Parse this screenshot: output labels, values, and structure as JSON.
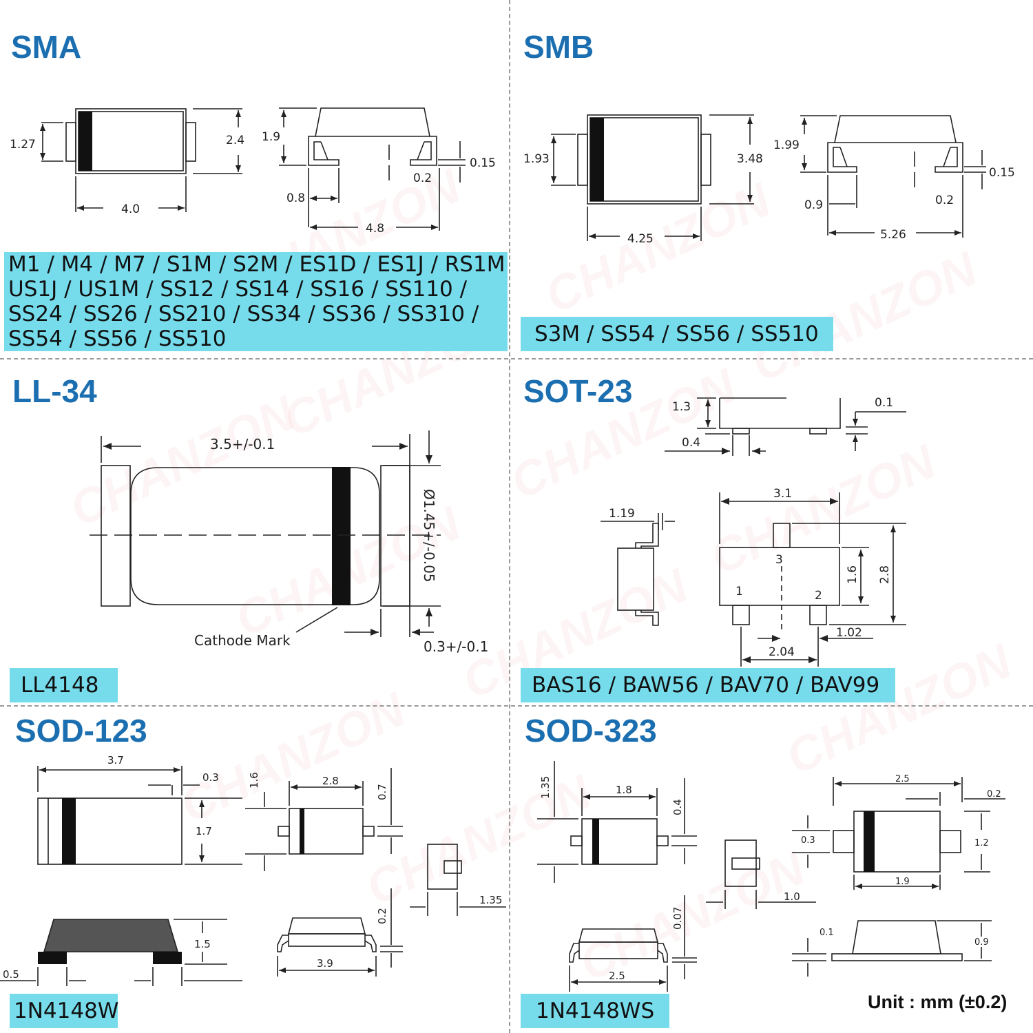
{
  "sections": {
    "sma": {
      "title": "SMA",
      "parts": [
        "M1 / M4 / M7 / S1M / S2M / ES1D / ES1J / RS1M",
        "US1J / US1M / SS12 / SS14 / SS16 / SS110 /",
        "SS24 / SS26 / SS210 / SS34 / SS36 / SS310 /",
        "SS54 / SS56 / SS510"
      ],
      "dims": {
        "w": "4.0",
        "h_body": "2.4",
        "h_lead": "1.27",
        "side_h": "1.9",
        "lead": "0.8",
        "foot": "0.2",
        "thick": "0.15",
        "total": "4.8"
      }
    },
    "smb": {
      "title": "SMB",
      "parts": [
        "S3M / SS54 / SS56 / SS510"
      ],
      "dims": {
        "w": "4.25",
        "h_body": "3.48",
        "h_lead": "1.93",
        "side_h": "1.99",
        "lead": "0.9",
        "foot": "0.2",
        "thick": "0.15",
        "total": "5.26"
      }
    },
    "ll34": {
      "title": "LL-34",
      "parts": [
        "LL4148"
      ],
      "dims": {
        "len": "3.5+/-0.1",
        "dia": "Ø1.45+/-0.05",
        "cap": "0.3+/-0.1",
        "cathode": "Cathode Mark"
      }
    },
    "sot23": {
      "title": "SOT-23",
      "parts": [
        "BAS16 / BAW56 / BAV70 / BAV99"
      ],
      "dims": {
        "h13": "1.3",
        "t01": "0.1",
        "p04": "0.4",
        "w31": "3.1",
        "s119": "1.19",
        "h16": "1.6",
        "h28": "2.8",
        "p102": "1.02",
        "p204": "2.04",
        "pin1": "1",
        "pin2": "2",
        "pin3": "3"
      }
    },
    "sod123": {
      "title": "SOD-123",
      "parts": [
        "1N4148W"
      ],
      "dims": {
        "w37": "3.7",
        "c03": "0.3",
        "h17": "1.7",
        "h16": "1.6",
        "w28": "2.8",
        "h07": "0.7",
        "h15": "1.5",
        "p05": "0.5",
        "h02": "0.2",
        "w39": "3.9",
        "w135": "1.35"
      }
    },
    "sod323": {
      "title": "SOD-323",
      "parts": [
        "1N4148WS"
      ],
      "dims": {
        "h135": "1.35",
        "w18": "1.8",
        "h04": "0.4",
        "w10": "1.0",
        "h007": "0.07",
        "w25a": "2.5",
        "w25b": "2.5",
        "c02": "0.2",
        "h03": "0.3",
        "h12": "1.2",
        "w19": "1.9",
        "c01": "0.1",
        "h09": "0.9"
      }
    }
  },
  "unit_note": "Unit : mm (±0.2)",
  "watermark": "CHANZON",
  "colors": {
    "title": "#1b6fb0",
    "part_box": "#76dcec",
    "divider": "#9a9a9a"
  }
}
